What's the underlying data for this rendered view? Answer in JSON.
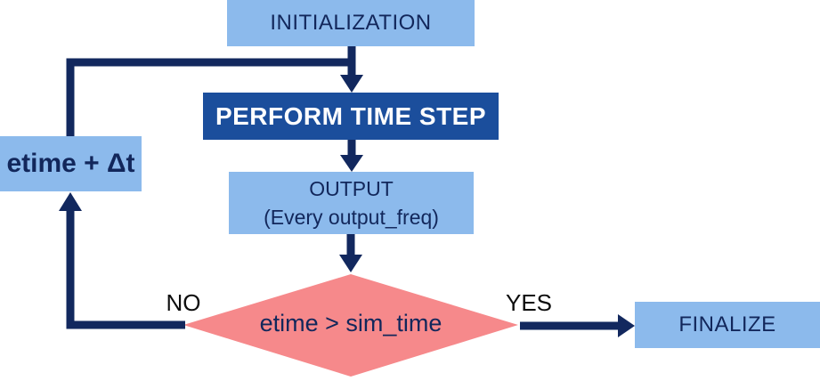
{
  "diagram": {
    "type": "flowchart",
    "nodes": {
      "initialization": {
        "label": "INITIALIZATION"
      },
      "perform_time_step": {
        "label": "PERFORM TIME STEP"
      },
      "output": {
        "label": "OUTPUT",
        "sublabel": "(Every output_freq)"
      },
      "decision": {
        "label": "etime > sim_time"
      },
      "increment": {
        "label": "etime + Δt"
      },
      "finalize": {
        "label": "FINALIZE"
      }
    },
    "edges": {
      "no_label": "NO",
      "yes_label": "YES"
    },
    "colors": {
      "light_blue_box": "#8CBAEC",
      "dark_blue_box": "#1B4E9C",
      "arrow_navy": "#12285E",
      "decision_pink": "#F6898B",
      "box_text": "#12275B",
      "perform_text": "#FFFFFF",
      "branch_label_text": "#0D0D0D",
      "background": "#FFFFFF"
    }
  }
}
